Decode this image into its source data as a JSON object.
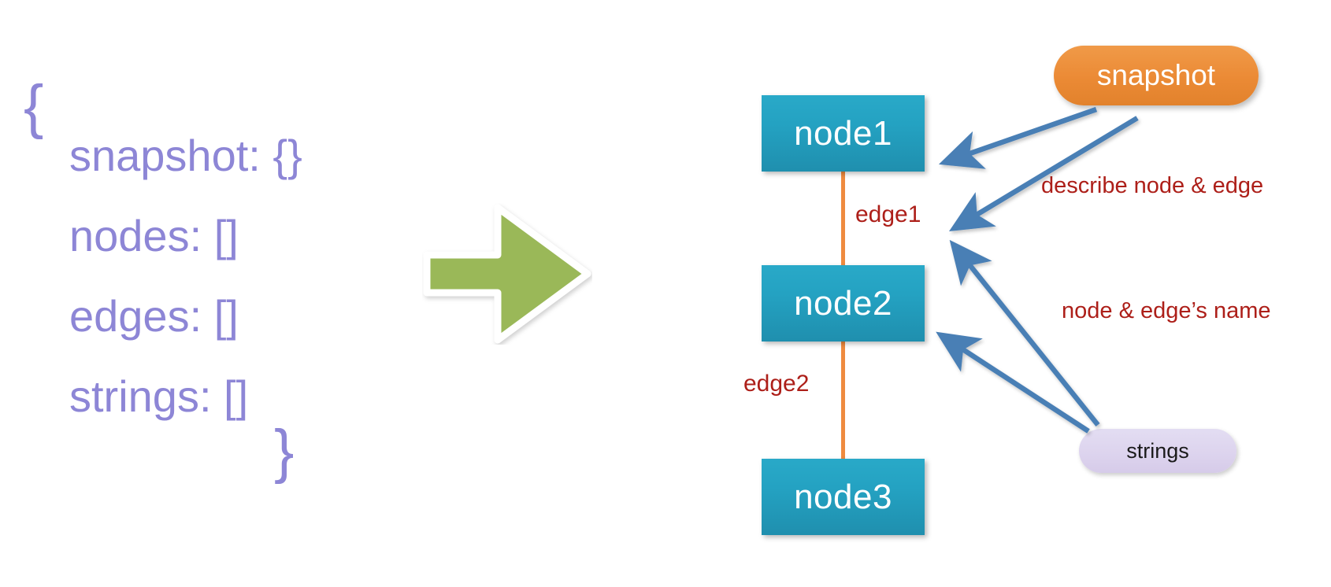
{
  "diagram": {
    "title": "snapshot node edge strings structure",
    "colors": {
      "json_text": "#8d86d6",
      "node_fill": "#24a2c2",
      "edge_line": "#ef8b3f",
      "annotation_text": "#ad1f19",
      "arrow_blue": "#4a7fb5",
      "green_arrow": "#9ab858",
      "snapshot_pill": "#eb8a35",
      "strings_pill": "#ddd4ee"
    }
  },
  "json_block": {
    "brace_open": "{",
    "brace_close": "}",
    "lines": [
      "snapshot: {}",
      "nodes: []",
      "edges: []",
      "strings: []"
    ]
  },
  "transition": {
    "icon": "right-block-arrow"
  },
  "graph": {
    "nodes": [
      {
        "label": "node1"
      },
      {
        "label": "node2"
      },
      {
        "label": "node3"
      }
    ],
    "edges": [
      {
        "label": "edge1",
        "from": "node1",
        "to": "node2"
      },
      {
        "label": "edge2",
        "from": "node2",
        "to": "node3"
      }
    ]
  },
  "callouts": {
    "snapshot": "snapshot",
    "strings": "strings"
  },
  "annotations": [
    "describe node & edge",
    "node & edge’s name"
  ]
}
